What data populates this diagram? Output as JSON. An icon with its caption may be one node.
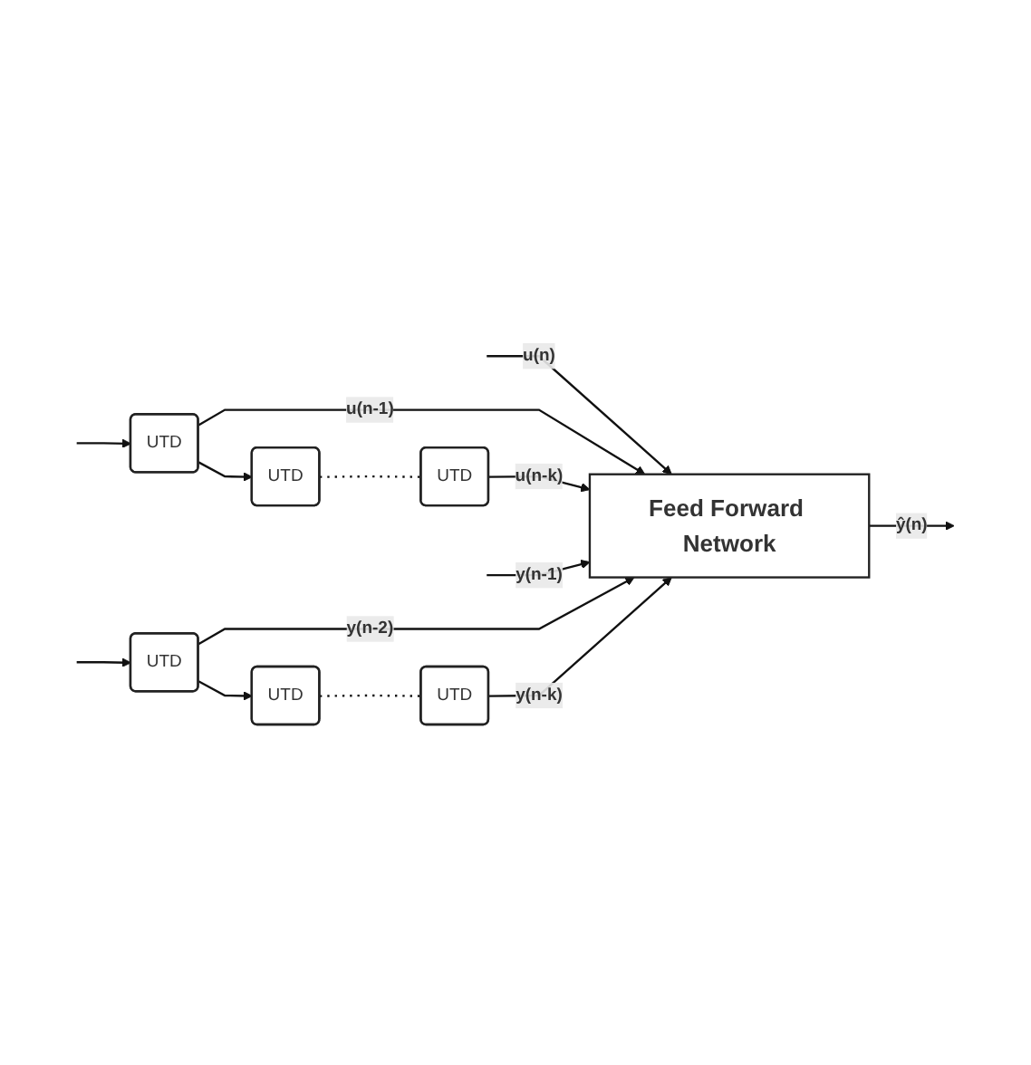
{
  "diagram": {
    "nodes": [
      {
        "text": [
          "Feed Forward Network"
        ]
      },
      {
        "text": [
          "UTD"
        ]
      },
      {
        "text": [
          "UTD"
        ]
      },
      {
        "text": [
          "UTD"
        ]
      },
      {
        "text": [
          "UTD"
        ]
      },
      {
        "text": [
          "UTD"
        ]
      },
      {
        "text": [
          "UTD"
        ]
      }
    ],
    "edges": [
      {
        "from": null,
        "to": 0,
        "arrow": "to",
        "label": "u(n)"
      },
      {
        "from": null,
        "to": 1,
        "arrow": "to"
      },
      {
        "from": 1,
        "to": 0,
        "arrow": "to",
        "label": "u(n-1)"
      },
      {
        "from": 1,
        "to": 2,
        "arrow": "to"
      },
      {
        "from": 2,
        "to": 3,
        "arrow": "none",
        "style": "dashed"
      },
      {
        "from": 3,
        "to": 0,
        "arrow": "to",
        "label": "u(n-k)"
      },
      {
        "from": null,
        "to": 0,
        "arrow": "to",
        "label": "y(n-1)"
      },
      {
        "from": null,
        "to": 4,
        "arrow": "to"
      },
      {
        "from": 4,
        "to": 0,
        "arrow": "to",
        "label": "y(n-2)"
      },
      {
        "from": 4,
        "to": 5,
        "arrow": "to"
      },
      {
        "from": 5,
        "to": 6,
        "arrow": "none",
        "style": "dashed"
      },
      {
        "from": 6,
        "to": 0,
        "arrow": "to",
        "label": "y(n-k)"
      },
      {
        "from": 0,
        "to": null,
        "arrow": "to",
        "label": "ŷ(n)"
      }
    ]
  }
}
